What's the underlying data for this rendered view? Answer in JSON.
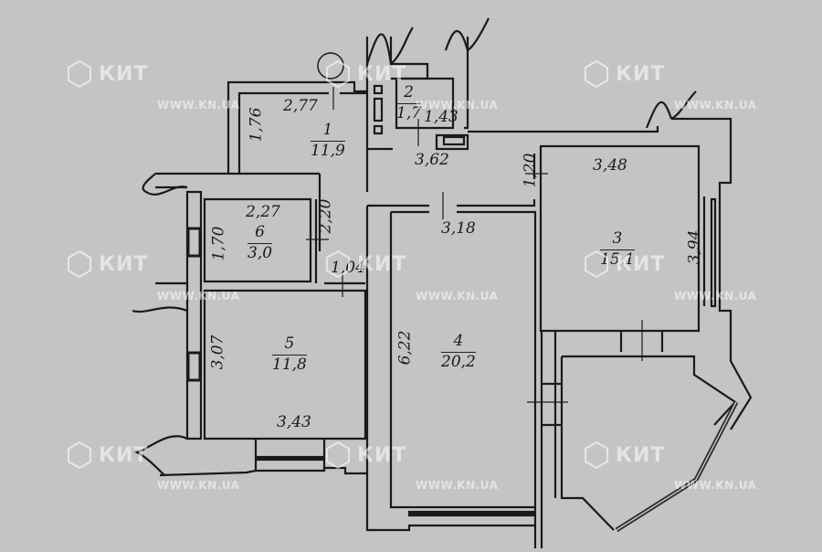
{
  "plan": {
    "type": "apartment floor plan",
    "background_color": "#c4c4c2",
    "line_color": "#1a1a1a",
    "rooms": [
      {
        "number": "1",
        "area": "11,9"
      },
      {
        "number": "2",
        "area": "1,7"
      },
      {
        "number": "3",
        "area": "15,1"
      },
      {
        "number": "4",
        "area": "20,2"
      },
      {
        "number": "5",
        "area": "11,8"
      },
      {
        "number": "6",
        "area": "3,0"
      }
    ],
    "dimensions": {
      "room1_width": "2,77",
      "room1_height": "1,76",
      "room2_width": "1,43",
      "corridor_length": "3,62",
      "corridor_width": "1,20",
      "room3_width": "3,48",
      "room3_height": "3,94",
      "room4_width": "3,18",
      "room4_height": "6,22",
      "room5_height": "3,07",
      "room5_width": "3,43",
      "room6_width": "2,27",
      "room6_height": "1,70",
      "hall_width": "2,20",
      "passage_width": "1,04"
    }
  },
  "watermark": {
    "brand": "КИТ",
    "url": "WWW.KN.UA"
  }
}
